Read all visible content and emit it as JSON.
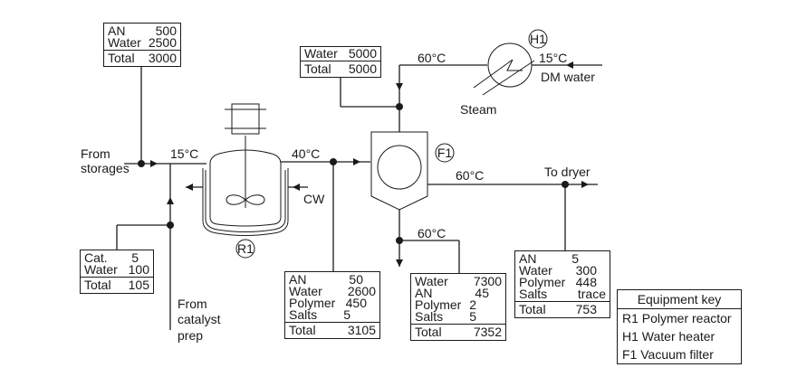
{
  "streams": {
    "storage_feed": {
      "rows": [
        {
          "name": "AN",
          "value": "500"
        },
        {
          "name": "Water",
          "value": "2500"
        }
      ],
      "total_label": "Total",
      "total": "3000"
    },
    "wash_water": {
      "rows": [
        {
          "name": "Water",
          "value": "5000"
        }
      ],
      "total_label": "Total",
      "total": "5000"
    },
    "catalyst_feed": {
      "rows": [
        {
          "name": "Cat.",
          "value": "5"
        },
        {
          "name": "Water",
          "value": "100"
        }
      ],
      "total_label": "Total",
      "total": "105"
    },
    "reactor_outlet": {
      "rows": [
        {
          "name": "AN",
          "value": "50"
        },
        {
          "name": "Water",
          "value": "2600"
        },
        {
          "name": "Polymer",
          "value": "450"
        },
        {
          "name": "Salts",
          "value": "5"
        }
      ],
      "total_label": "Total",
      "total": "3105"
    },
    "filtrate": {
      "rows": [
        {
          "name": "Water",
          "value": "7300"
        },
        {
          "name": "AN",
          "value": "45"
        },
        {
          "name": "Polymer",
          "value": "2"
        },
        {
          "name": "Salts",
          "value": "5"
        }
      ],
      "total_label": "Total",
      "total": "7352"
    },
    "product": {
      "rows": [
        {
          "name": "AN",
          "value": "5"
        },
        {
          "name": "Water",
          "value": "300"
        },
        {
          "name": "Polymer",
          "value": "448"
        },
        {
          "name": "Salts",
          "value": "trace"
        }
      ],
      "total_label": "Total",
      "total": "753"
    }
  },
  "labels": {
    "from_storages_1": "From",
    "from_storages_2": "storages",
    "temp_feed": "15°C",
    "temp_reactor_out": "40°C",
    "temp_heater_out": "60°C",
    "temp_dm_in": "15°C",
    "dm_water": "DM water",
    "steam": "Steam",
    "cw": "CW",
    "temp_filter_cake": "60°C",
    "to_dryer": "To dryer",
    "temp_filtrate": "60°C",
    "from_catalyst_1": "From",
    "from_catalyst_2": "catalyst",
    "from_catalyst_3": "prep"
  },
  "equipment_tags": {
    "reactor": "R1",
    "heater": "H1",
    "filter": "F1"
  },
  "equipment_key": {
    "title": "Equipment key",
    "items": [
      "R1 Polymer reactor",
      "H1 Water heater",
      "F1 Vacuum filter"
    ]
  }
}
